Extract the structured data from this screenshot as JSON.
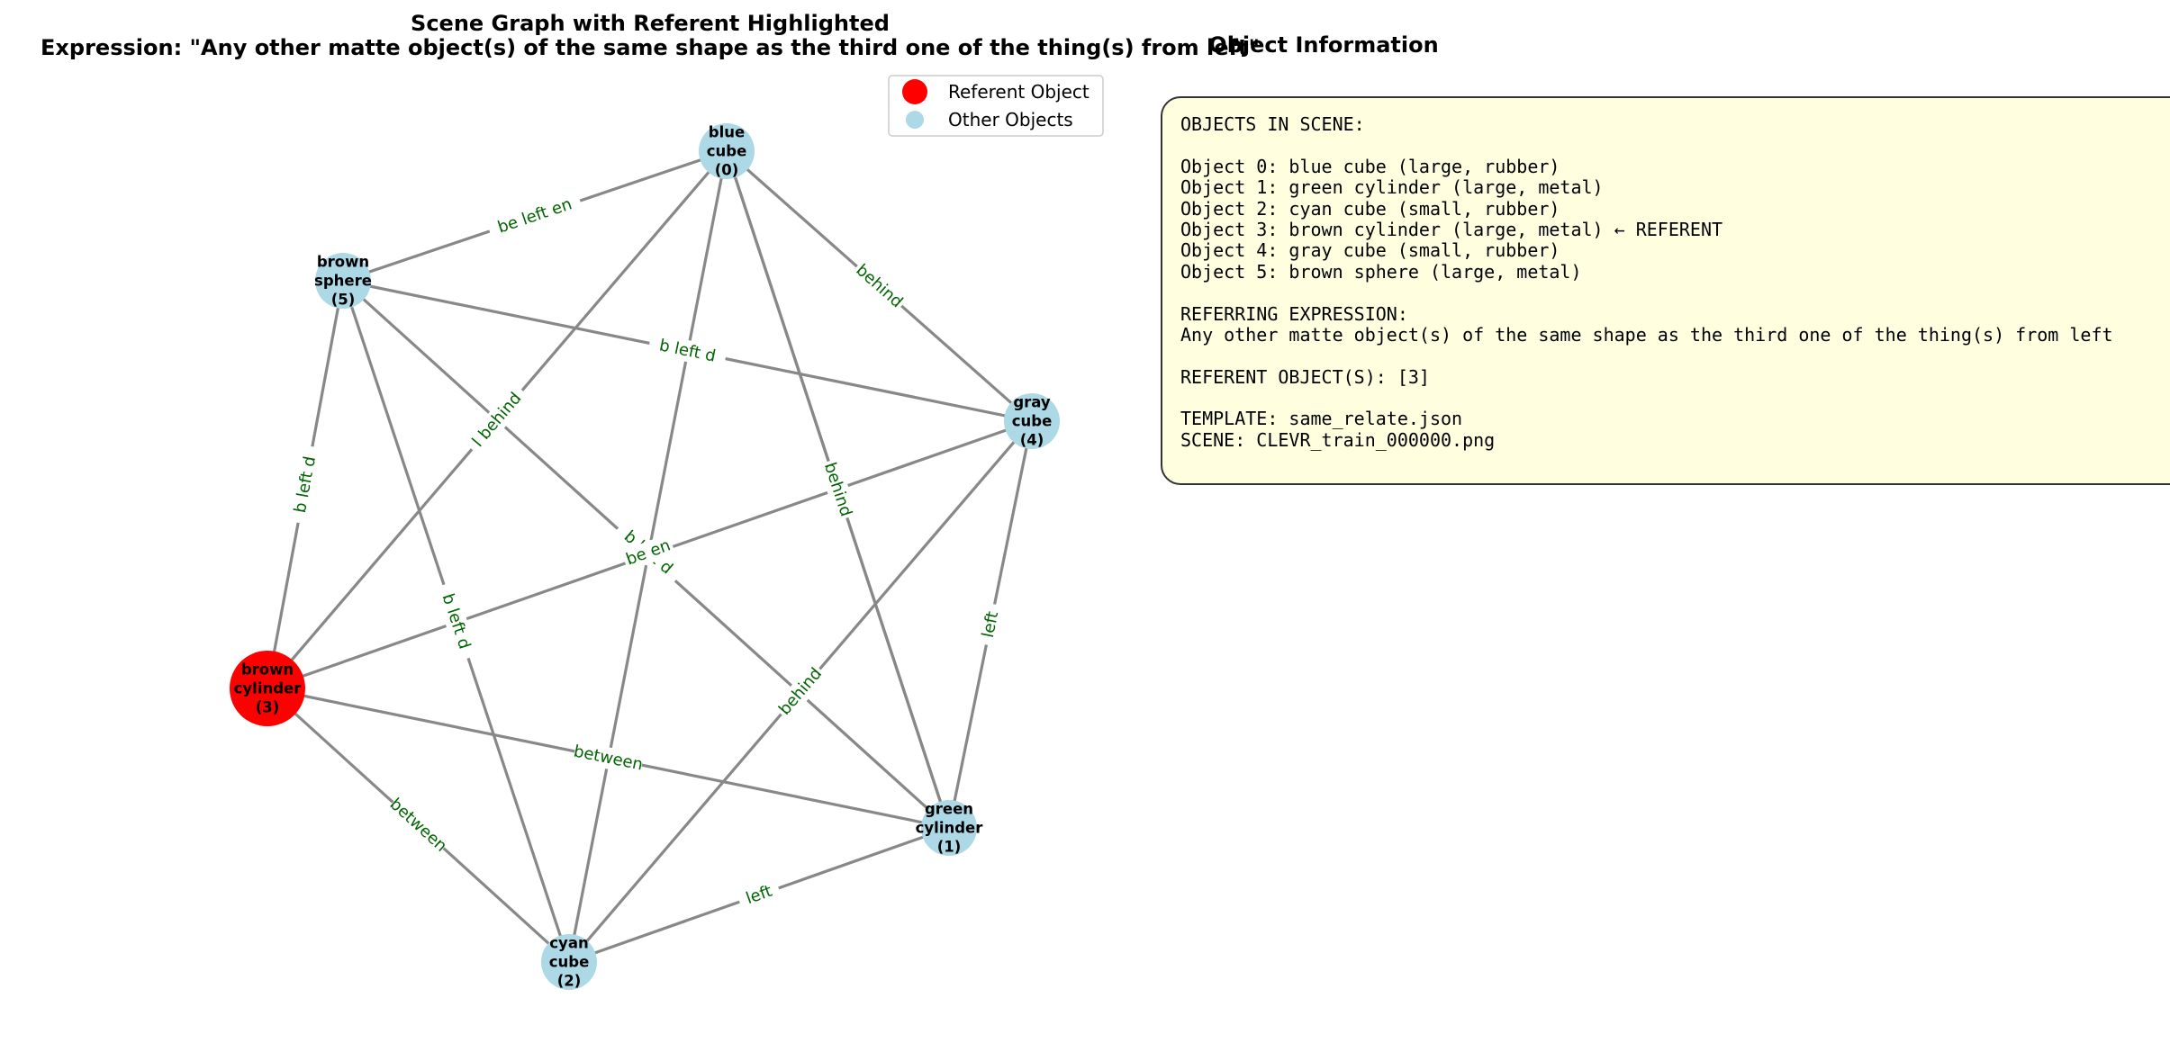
{
  "graph": {
    "title_line1": "Scene Graph with Referent Highlighted",
    "title_line2": "Expression: \"Any other matte object(s) of the same shape as the third one of the thing(s) from left\"",
    "referent_color": "#ff0000",
    "other_color": "#add8e6",
    "edge_color": "#888888",
    "edge_label_color": "#006400",
    "nodes": [
      {
        "id": 0,
        "lines": [
          "blue",
          "cube",
          "(0)"
        ],
        "referent": false
      },
      {
        "id": 1,
        "lines": [
          "green",
          "cylinder",
          "(1)"
        ],
        "referent": false
      },
      {
        "id": 2,
        "lines": [
          "cyan",
          "cube",
          "(2)"
        ],
        "referent": false
      },
      {
        "id": 3,
        "lines": [
          "brown",
          "cylinder",
          "(3)"
        ],
        "referent": true
      },
      {
        "id": 4,
        "lines": [
          "gray",
          "cube",
          "(4)"
        ],
        "referent": false
      },
      {
        "id": 5,
        "lines": [
          "brown",
          "sphere",
          "(5)"
        ],
        "referent": false
      }
    ],
    "edges": [
      {
        "source": 5,
        "target": 0,
        "label": "be left en"
      },
      {
        "source": 0,
        "target": 4,
        "label": "behind"
      },
      {
        "source": 0,
        "target": 3,
        "label": "l behind"
      },
      {
        "source": 0,
        "target": 2,
        "label": ""
      },
      {
        "source": 0,
        "target": 1,
        "label": ""
      },
      {
        "source": 5,
        "target": 4,
        "label": "b left d"
      },
      {
        "source": 5,
        "target": 3,
        "label": "b left d"
      },
      {
        "source": 5,
        "target": 2,
        "label": "b left d"
      },
      {
        "source": 5,
        "target": 1,
        "label": ""
      },
      {
        "source": 1,
        "target": 0,
        "label": "behind"
      },
      {
        "source": 4,
        "target": 3,
        "label": ""
      },
      {
        "source": 4,
        "target": 2,
        "label": "behind"
      },
      {
        "source": 4,
        "target": 1,
        "label": "left"
      },
      {
        "source": 3,
        "target": 1,
        "label": "between"
      },
      {
        "source": 3,
        "target": 2,
        "label": "between"
      },
      {
        "source": 2,
        "target": 1,
        "label": "left"
      }
    ],
    "center_labels": [
      "b left d",
      "be en"
    ]
  },
  "legend": {
    "referent_label": "Referent Object",
    "other_label": "Other Objects"
  },
  "info": {
    "title": "Object Information",
    "lines": [
      "OBJECTS IN SCENE:",
      "",
      "Object 0: blue cube (large, rubber)",
      "Object 1: green cylinder (large, metal)",
      "Object 2: cyan cube (small, rubber)",
      "Object 3: brown cylinder (large, metal) ← REFERENT",
      "Object 4: gray cube (small, rubber)",
      "Object 5: brown sphere (large, metal)",
      "",
      "REFERRING EXPRESSION:",
      "Any other matte object(s) of the same shape as the third one of the thing(s) from left",
      "",
      "REFERENT OBJECT(S): [3]",
      "",
      "TEMPLATE: same_relate.json",
      "SCENE: CLEVR_train_000000.png"
    ]
  }
}
